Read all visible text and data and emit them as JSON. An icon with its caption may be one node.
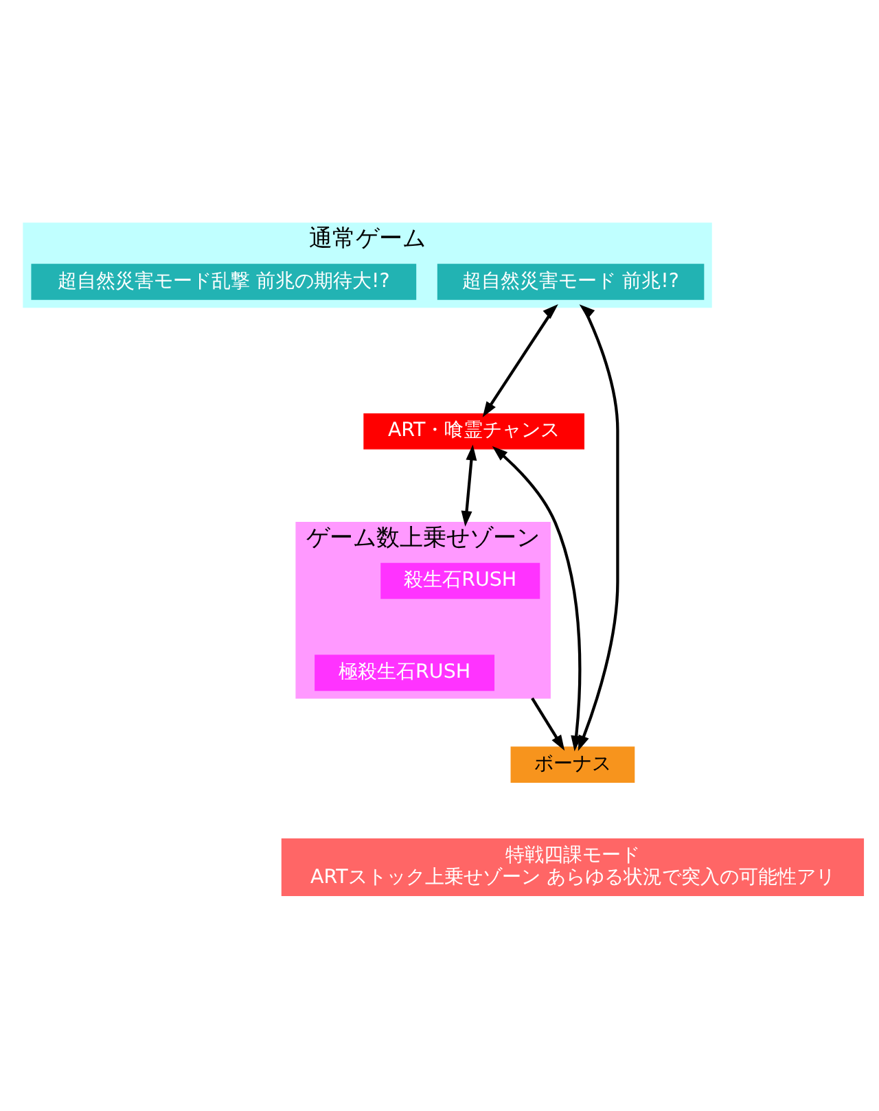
{
  "diagram": {
    "nodes": [
      {
        "text": [
          "通常ゲーム"
        ]
      },
      {
        "text": [
          "超自然災害モード 前兆!?"
        ],
        "in": 0
      },
      {
        "text": [
          "超自然災害モード乱撃 前兆の期待大!?"
        ],
        "in": 0
      },
      {
        "text": [
          "ART・喰霊チャンス"
        ]
      },
      {
        "text": [
          "ゲーム数上乗せゾーン"
        ]
      },
      {
        "text": [
          "殺生石RUSH"
        ],
        "in": 4
      },
      {
        "text": [
          "極殺生石RUSH"
        ],
        "in": 4
      },
      {
        "text": [
          "ボーナス"
        ]
      },
      {
        "text": [
          "特戦四課モード",
          "ARTストック上乗せゾーン あらゆる状況で突入の可能性アリ"
        ]
      }
    ],
    "edges": [
      {
        "from": 0,
        "to": 3,
        "arrow": "both"
      },
      {
        "from": 3,
        "to": 4,
        "arrow": "both"
      },
      {
        "from": 4,
        "to": 7,
        "arrow": "to"
      },
      {
        "from": 0,
        "to": 7,
        "arrow": "both"
      },
      {
        "from": 3,
        "to": 7,
        "arrow": "both"
      }
    ]
  }
}
